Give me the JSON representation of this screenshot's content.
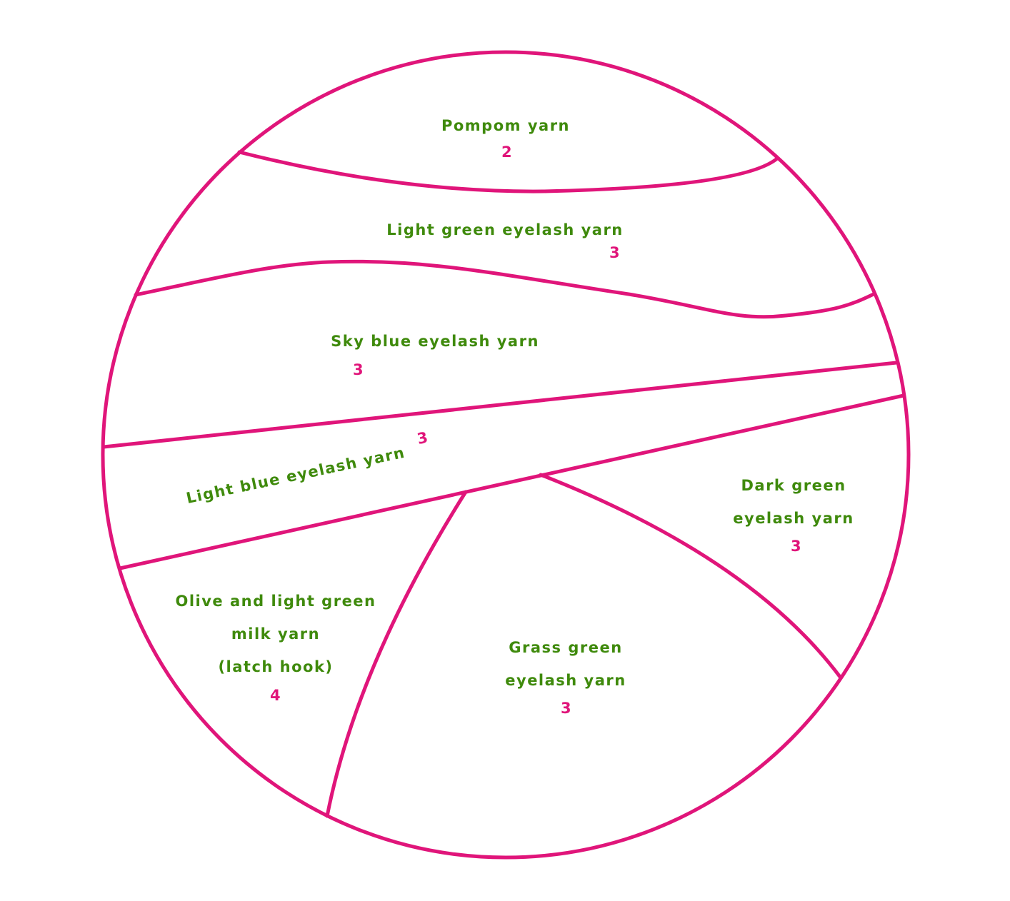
{
  "colors": {
    "outline": "#e0157a",
    "label": "#3f8a0c",
    "count": "#e0157a"
  },
  "sections": [
    {
      "lines": [
        "Pompom yarn"
      ],
      "count": "2"
    },
    {
      "lines": [
        "Light green eyelash yarn"
      ],
      "count": "3"
    },
    {
      "lines": [
        "Sky blue eyelash yarn"
      ],
      "count": "3"
    },
    {
      "lines": [
        "Light blue eyelash yarn"
      ],
      "count": "3"
    },
    {
      "lines": [
        "Dark green",
        "eyelash yarn"
      ],
      "count": "3"
    },
    {
      "lines": [
        "Olive and light green",
        "milk yarn",
        "(latch hook)"
      ],
      "count": "4"
    },
    {
      "lines": [
        "Grass green",
        "eyelash yarn"
      ],
      "count": "3"
    }
  ]
}
